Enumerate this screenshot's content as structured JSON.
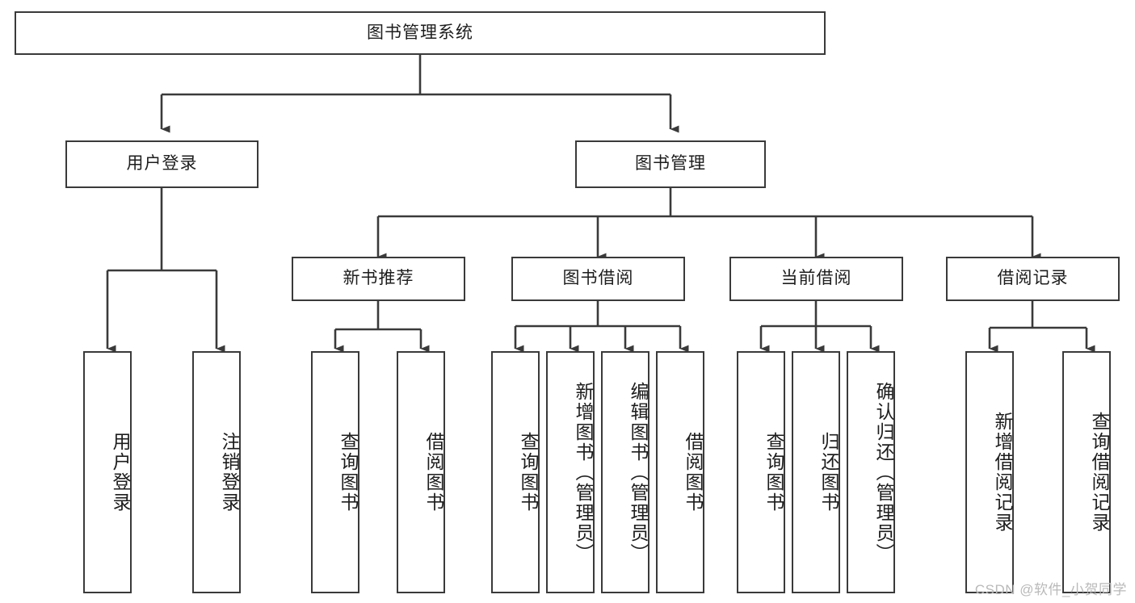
{
  "diagram": {
    "title": "图书管理系统",
    "type": "tree-hierarchy-diagram",
    "colors": {
      "stroke": "#3a3a3a",
      "fill": "#ffffff",
      "text": "#1d1d1d",
      "watermark": "#b9b9b9"
    },
    "root": {
      "label": "图书管理系统"
    },
    "level2": [
      {
        "label": "用户登录"
      },
      {
        "label": "图书管理"
      }
    ],
    "level3": [
      {
        "label": "新书推荐"
      },
      {
        "label": "图书借阅"
      },
      {
        "label": "当前借阅"
      },
      {
        "label": "借阅记录"
      }
    ],
    "leaves": {
      "user_login": [
        {
          "label": "用户登录"
        },
        {
          "label": "注销登录"
        }
      ],
      "new_book_recommend": [
        {
          "label": "查询图书"
        },
        {
          "label": "借阅图书"
        }
      ],
      "book_borrow": [
        {
          "label": "查询图书"
        },
        {
          "label": "新增图书（管理员）"
        },
        {
          "label": "编辑图书（管理员）"
        },
        {
          "label": "借阅图书"
        }
      ],
      "current_borrow": [
        {
          "label": "查询图书"
        },
        {
          "label": "归还图书"
        },
        {
          "label": "确认归还（管理员）"
        }
      ],
      "borrow_record": [
        {
          "label": "新增借阅记录"
        },
        {
          "label": "查询借阅记录"
        }
      ]
    }
  },
  "watermark": {
    "text": "CSDN @软件_小贺同学"
  }
}
